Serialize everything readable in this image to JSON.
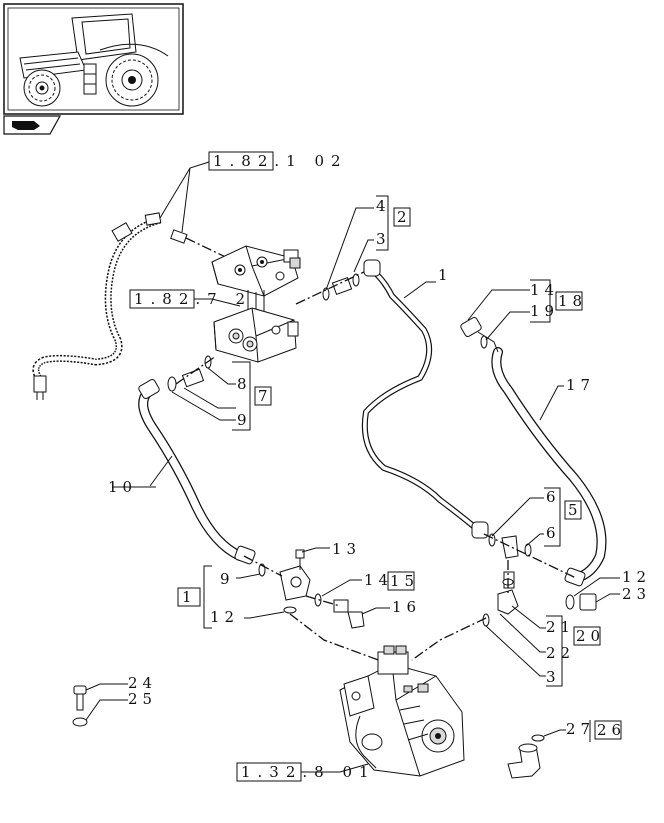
{
  "references": {
    "ref_top": "1.82.1 02",
    "ref_mid": "1.82.7 2",
    "ref_bottom": "1.32.8 01"
  },
  "callouts": {
    "c1": "1",
    "c2": "2",
    "c3a": "3",
    "c3b": "3",
    "c4": "4",
    "c5": "5",
    "c6a": "6",
    "c6b": "6",
    "c7": "7",
    "c8": "8",
    "c9a": "9",
    "c9b": "9",
    "c10": "10",
    "c11": "1",
    "c12a": "12",
    "c12b": "12",
    "c13": "13",
    "c14a": "14",
    "c14b": "14",
    "c15": "15",
    "c16": "16",
    "c17": "17",
    "c18": "18",
    "c19": "19",
    "c20": "20",
    "c21": "21",
    "c22": "22",
    "c23": "23",
    "c24": "24",
    "c25": "25",
    "c26": "26",
    "c27": "27"
  },
  "icons": {
    "thumbnail": "tractor-thumbnail-icon",
    "nav": "hand-pointer-icon"
  }
}
